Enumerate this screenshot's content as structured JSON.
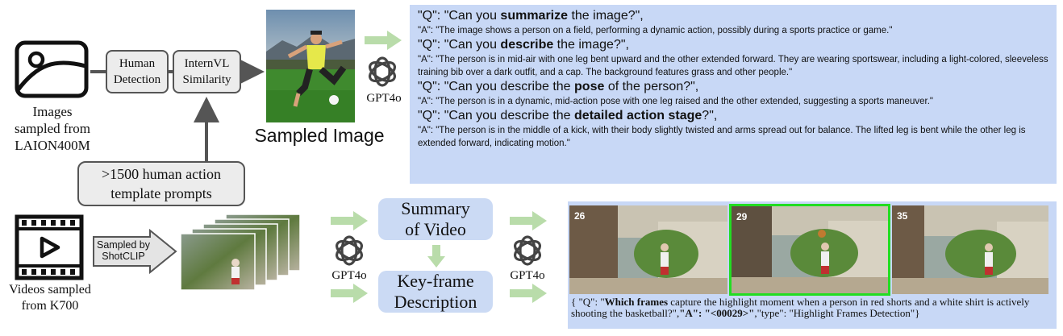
{
  "top": {
    "images_caption": [
      "Images",
      "sampled from",
      "LAION400M"
    ],
    "human_detection": [
      "Human",
      "Detection"
    ],
    "internvl_similarity": [
      "InternVL",
      "Similarity"
    ],
    "template_prompts": [
      ">1500 human action",
      "template prompts"
    ],
    "sampled_image_caption": "Sampled Image",
    "gpt_label": "GPT4o",
    "qa": [
      {
        "q_pre": "\"Q\": \"Can you ",
        "q_bold": "summarize",
        "q_post": " the image?\",",
        "a": "\"A\": \"The image shows a person on a field, performing a dynamic action, possibly during a sports practice or game.\""
      },
      {
        "q_pre": "\"Q\": \"Can you ",
        "q_bold": "describe",
        "q_post": " the image?\",",
        "a": "\"A\": \"The person is in mid-air with one leg bent upward and the other extended forward. They are wearing sportswear, including a light-colored, sleeveless training bib over a dark outfit, and a cap. The background features grass and other people.\""
      },
      {
        "q_pre": "\"Q\": \"Can you describe the ",
        "q_bold": "pose",
        "q_post": " of the person?\",",
        "a": "\"A\": \"The person is in a dynamic, mid-action pose with one leg raised and the other extended, suggesting a sports maneuver.\""
      },
      {
        "q_pre": "\"Q\": \"Can you describe the ",
        "q_bold": "detailed action stage",
        "q_post": "?\",",
        "a": "\"A\": \"The person is in the middle of a kick, with their body slightly twisted and arms spread out for balance. The lifted leg is bent while the other leg is extended forward, indicating motion.\""
      }
    ]
  },
  "bottom": {
    "videos_caption": [
      "Videos sampled",
      "from K700"
    ],
    "sampled_by": [
      "Sampled by",
      "ShotCLIP"
    ],
    "gpt_label_left": "GPT4o",
    "gpt_label_right": "GPT4o",
    "summary": [
      "Summary",
      "of Video"
    ],
    "keyframe": [
      "Key-frame",
      "Description"
    ],
    "frames": [
      {
        "num": "26",
        "highlight": false
      },
      {
        "num": "29",
        "highlight": true
      },
      {
        "num": "35",
        "highlight": false
      }
    ],
    "highlight_color": "#22dd22",
    "qa_pre": "{ \"Q\": \"",
    "qa_bold1": "Which frames",
    "qa_mid": " capture the highlight moment when a person in red shorts and a white shirt is actively shooting the basketball?\",",
    "qa_bold2": "\"A\": \"<00029>\"",
    "qa_post": ",\"type\": \"Highlight Frames Detection\"}"
  },
  "colors": {
    "blue_panel": "#c8d8f6",
    "pill": "#cbdaf4",
    "arrow_green": "#b9dcaa",
    "box_gray": "#ececec"
  }
}
